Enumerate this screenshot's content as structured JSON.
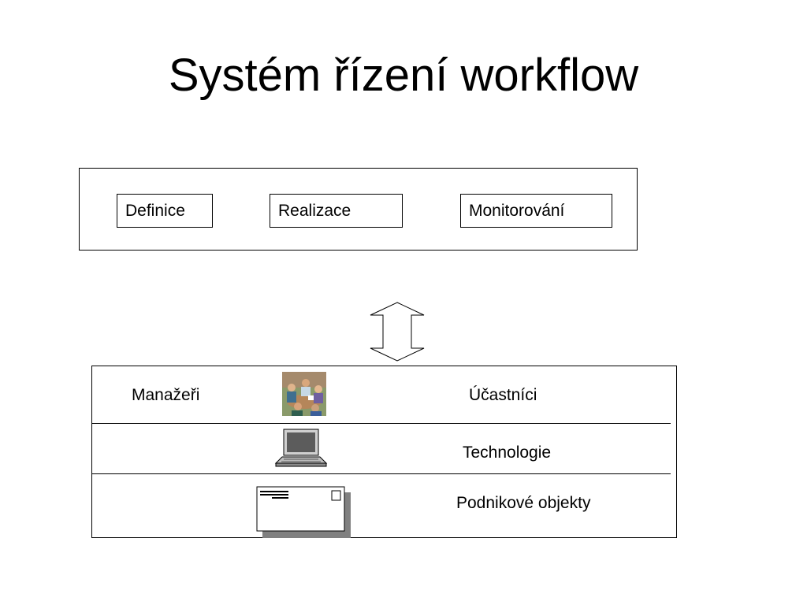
{
  "slide": {
    "title": "Systém řízení workflow"
  },
  "phases": {
    "definition": "Definice",
    "realization": "Realizace",
    "monitoring": "Monitorování"
  },
  "layers": {
    "managers": "Manažeři",
    "participants": "Účastníci",
    "technology": "Technologie",
    "business_objects": "Podnikové objekty"
  },
  "icons": {
    "people": "meeting-people-icon",
    "computer": "laptop-computer-icon",
    "document": "envelope-document-icon",
    "connector": "double-headed-arrow-icon"
  },
  "colors": {
    "border": "#000000",
    "background": "#ffffff",
    "shadow": "#808080"
  }
}
